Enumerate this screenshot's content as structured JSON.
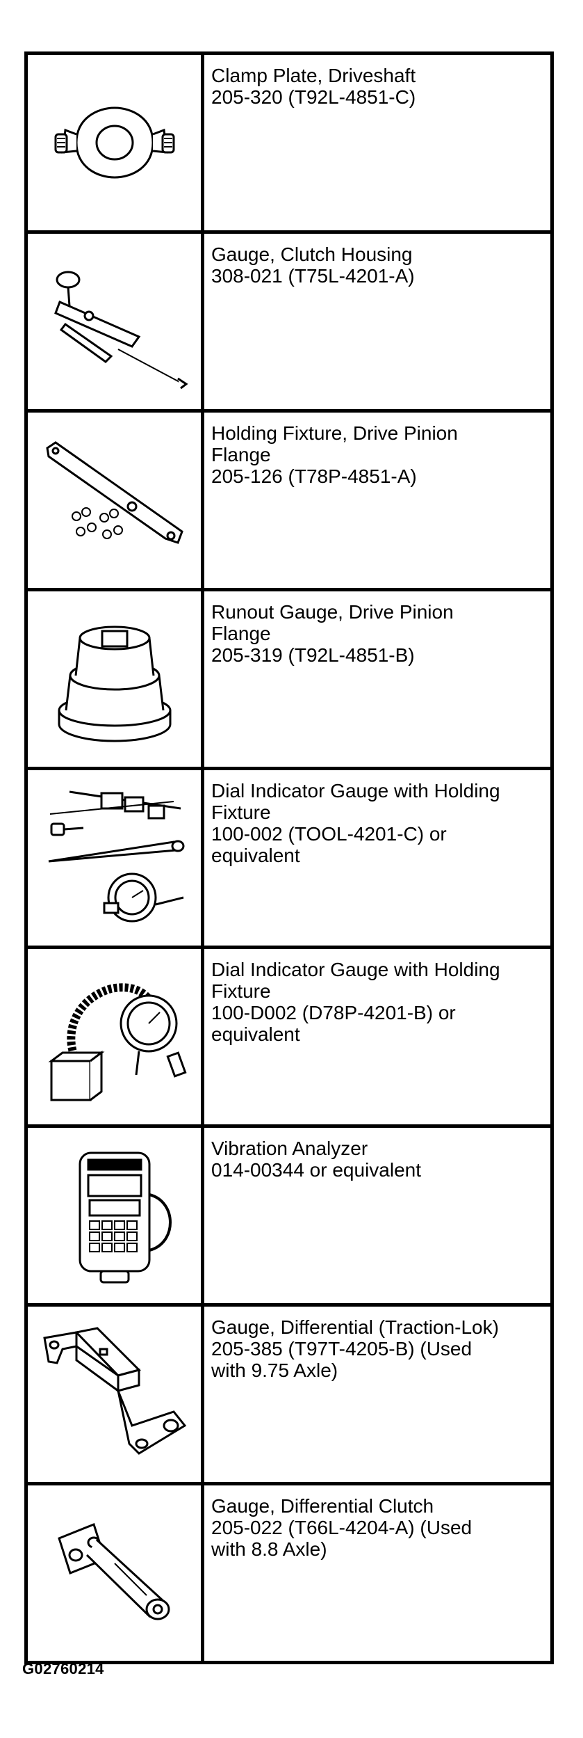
{
  "tools": [
    {
      "icon": "clamp-plate-icon",
      "lines": [
        "Clamp Plate, Driveshaft",
        "205-320 (T92L-4851-C)"
      ]
    },
    {
      "icon": "clutch-housing-gauge-icon",
      "lines": [
        "Gauge, Clutch Housing",
        "308-021 (T75L-4201-A)"
      ]
    },
    {
      "icon": "holding-fixture-icon",
      "lines": [
        "Holding Fixture, Drive Pinion",
        "Flange",
        "205-126 (T78P-4851-A)"
      ]
    },
    {
      "icon": "runout-gauge-icon",
      "lines": [
        "Runout Gauge, Drive Pinion",
        "Flange",
        "205-319 (T92L-4851-B)"
      ]
    },
    {
      "icon": "dial-indicator-kit-icon",
      "lines": [
        "Dial Indicator Gauge with Holding",
        "Fixture",
        "100-002 (TOOL-4201-C) or",
        "equivalent"
      ]
    },
    {
      "icon": "magnetic-dial-indicator-icon",
      "lines": [
        "Dial Indicator Gauge with Holding",
        "Fixture",
        "100-D002 (D78P-4201-B) or",
        "equivalent"
      ]
    },
    {
      "icon": "vibration-analyzer-icon",
      "lines": [
        "Vibration Analyzer",
        "014-00344 or equivalent"
      ]
    },
    {
      "icon": "differential-gauge-icon",
      "lines": [
        "Gauge, Differential (Traction-Lok)",
        "205-385 (T97T-4205-B) (Used",
        "with 9.75 Axle)"
      ]
    },
    {
      "icon": "differential-clutch-gauge-icon",
      "lines": [
        "Gauge, Differential Clutch",
        "205-022 (T66L-4204-A) (Used",
        "with 8.8 Axle)"
      ]
    }
  ],
  "figure_id": "G02760214"
}
